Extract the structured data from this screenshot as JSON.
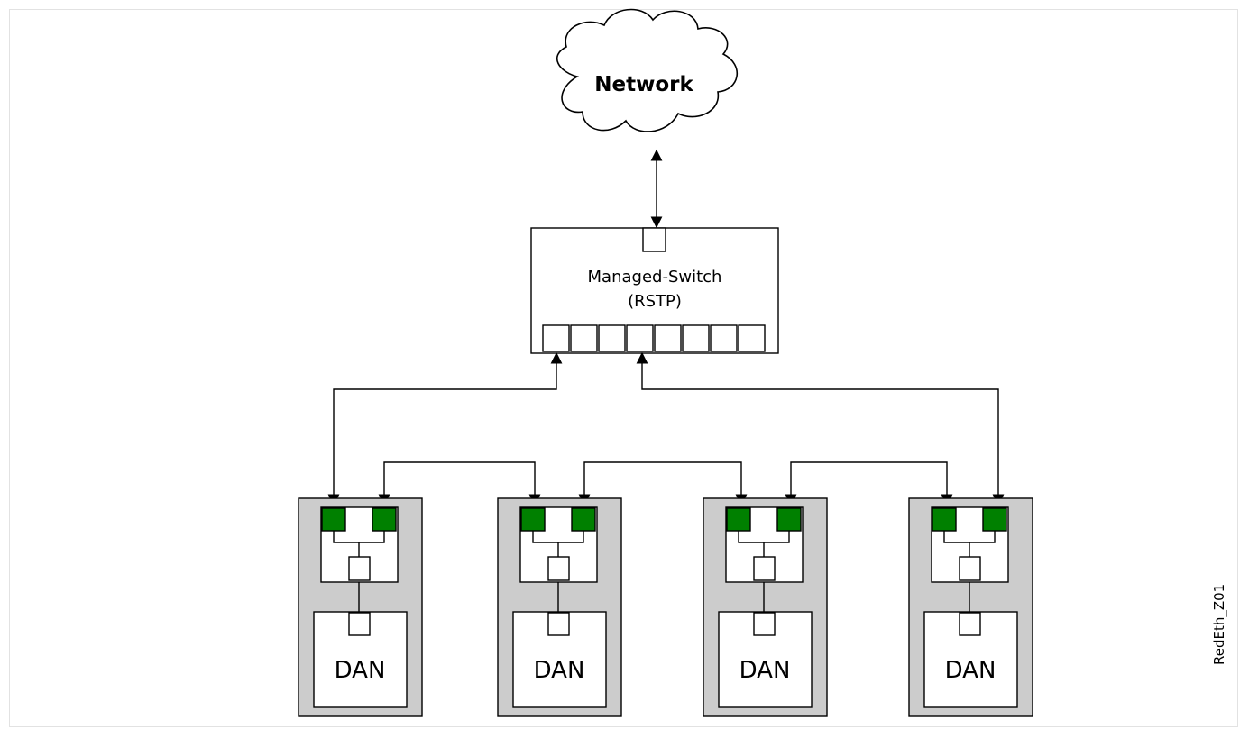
{
  "network": {
    "label": "Network"
  },
  "switch": {
    "line1": "Managed-Switch",
    "line2": "(RSTP)",
    "bottom_port_count": 8
  },
  "devices": [
    {
      "label": "DAN"
    },
    {
      "label": "DAN"
    },
    {
      "label": "DAN"
    },
    {
      "label": "DAN"
    }
  ],
  "colors": {
    "device_bg": "#cccccc",
    "active_port": "#008000",
    "line": "#000000",
    "box_fill": "#ffffff"
  },
  "figure_id": "RedEth_Z01"
}
